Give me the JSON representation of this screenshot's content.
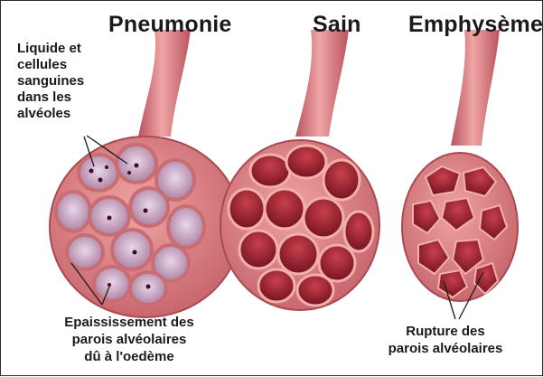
{
  "titles": {
    "pneumonia": "Pneumonie",
    "healthy": "Sain",
    "emphysema": "Emphysème"
  },
  "annotations": {
    "fluid": "Liquide et\ncellules\nsanguines\ndans les\nalvéoles",
    "thickening": "Epaississement des\nparois alvéolaires\ndû à l'oedème",
    "rupture": "Rupture des\nparois alvéolaires"
  },
  "colors": {
    "tissue": "#e68c8c",
    "tissue_dark": "#b94a55",
    "cavity": "#8e1e2b",
    "fluid": "#d9c2dd",
    "text": "#1a1a1a"
  }
}
